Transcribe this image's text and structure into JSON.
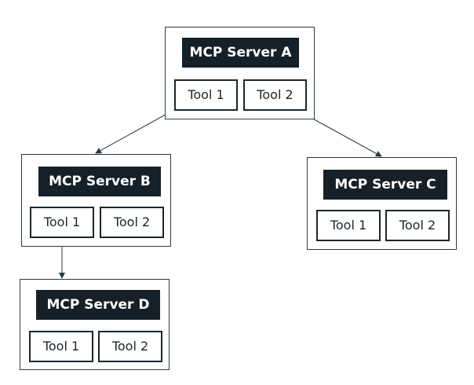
{
  "colors": {
    "title_bg": "#152028",
    "title_text": "#ffffff",
    "border": "#1b262d",
    "connector": "#2b3a42"
  },
  "servers": {
    "a": {
      "title": "MCP Server A",
      "tools": [
        "Tool 1",
        "Tool 2"
      ]
    },
    "b": {
      "title": "MCP Server B",
      "tools": [
        "Tool 1",
        "Tool 2"
      ]
    },
    "c": {
      "title": "MCP Server C",
      "tools": [
        "Tool 1",
        "Tool 2"
      ]
    },
    "d": {
      "title": "MCP Server D",
      "tools": [
        "Tool 1",
        "Tool 2"
      ]
    }
  },
  "connections": [
    {
      "from": "MCP Server A",
      "to": "MCP Server B"
    },
    {
      "from": "MCP Server A",
      "to": "MCP Server C"
    },
    {
      "from": "MCP Server B",
      "to": "MCP Server D"
    }
  ]
}
